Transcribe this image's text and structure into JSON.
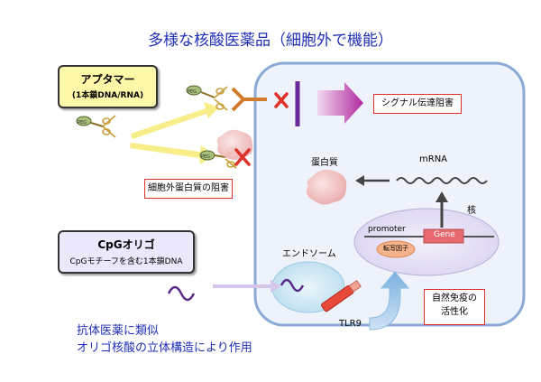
{
  "title": "多様な核酸医薬品（細胞外で機能）",
  "aptamer": {
    "name": "アプタマー",
    "sub": "(1本鎖DNA/RNA)"
  },
  "peg_tags": [
    "PEG",
    "PEG",
    "PEG",
    "PEG"
  ],
  "labels": {
    "signal_block": "シグナル伝達阻害",
    "protein_block": "細胞外蛋白質の阻害",
    "protein": "蛋白質",
    "mrna": "mRNA",
    "nucleus": "核",
    "promoter": "promoter",
    "gene": "Gene",
    "tf": "転写因子",
    "endosome": "エンドソーム",
    "tlr9": "TLR9",
    "immune": "自然免疫の活性化"
  },
  "cpg": {
    "name": "CpGオリゴ",
    "sub": "CpGモチーフを含む1本鎖DNA"
  },
  "footer": {
    "line1": "抗体医薬に類似",
    "line2": "オリゴ核酸の立体構造により作用"
  },
  "colors": {
    "title": "#1f2fb5",
    "cell_border": "#8aaad4",
    "cell_fill": "#eef3fb",
    "red": "#e0302a",
    "gene": "#e86a70"
  }
}
